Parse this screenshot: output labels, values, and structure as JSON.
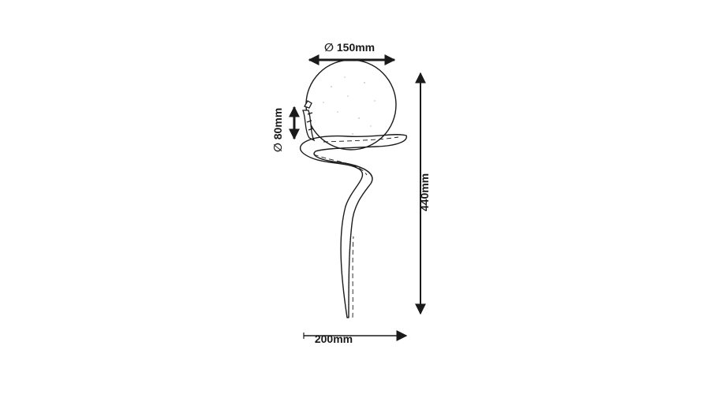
{
  "diagram": {
    "dimensions": {
      "globe_diameter": "∅ 150mm",
      "base_diameter": "∅ 80mm",
      "height": "440mm",
      "width": "200mm"
    },
    "colors": {
      "line": "#1a1a1a",
      "background": "#ffffff"
    }
  }
}
